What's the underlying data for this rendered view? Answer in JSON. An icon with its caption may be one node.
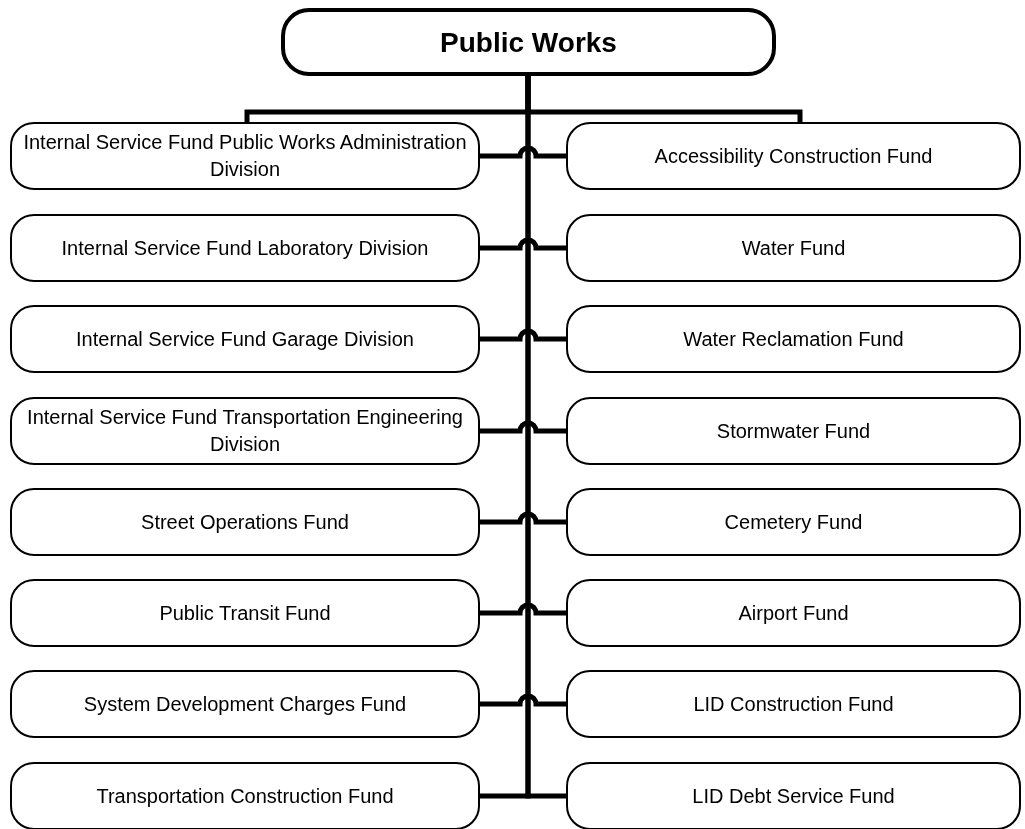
{
  "diagram": {
    "nodes": [
      {
        "text": [
          "Public Works"
        ]
      },
      {
        "text": [
          "Internal Service Fund Public Works Administration Division"
        ]
      },
      {
        "text": [
          "Accessibility Construction Fund"
        ]
      },
      {
        "text": [
          "Internal Service Fund Laboratory Division"
        ]
      },
      {
        "text": [
          "Water Fund"
        ]
      },
      {
        "text": [
          "Internal Service Fund Garage Division"
        ]
      },
      {
        "text": [
          "Water Reclamation Fund"
        ]
      },
      {
        "text": [
          "Internal Service Fund Transportation Engineering Division"
        ]
      },
      {
        "text": [
          "Stormwater Fund"
        ]
      },
      {
        "text": [
          "Street Operations Fund"
        ]
      },
      {
        "text": [
          "Cemetery Fund"
        ]
      },
      {
        "text": [
          "Public Transit Fund"
        ]
      },
      {
        "text": [
          "Airport Fund"
        ]
      },
      {
        "text": [
          "System Development Charges Fund"
        ]
      },
      {
        "text": [
          "LID Construction Fund"
        ]
      },
      {
        "text": [
          "Transportation Construction Fund"
        ]
      },
      {
        "text": [
          "LID Debt Service Fund"
        ]
      }
    ],
    "edges": [
      {
        "from": 0,
        "to": 1,
        "arrow": "none"
      },
      {
        "from": 0,
        "to": 2,
        "arrow": "none"
      },
      {
        "from": 1,
        "to": 2,
        "arrow": "none"
      },
      {
        "from": 3,
        "to": 4,
        "arrow": "none"
      },
      {
        "from": 5,
        "to": 6,
        "arrow": "none"
      },
      {
        "from": 7,
        "to": 8,
        "arrow": "none"
      },
      {
        "from": 9,
        "to": 10,
        "arrow": "none"
      },
      {
        "from": 11,
        "to": 12,
        "arrow": "none"
      },
      {
        "from": 13,
        "to": 14,
        "arrow": "none"
      },
      {
        "from": 0,
        "to": 15,
        "arrow": "none"
      },
      {
        "from": 0,
        "to": 16,
        "arrow": "none"
      }
    ]
  }
}
